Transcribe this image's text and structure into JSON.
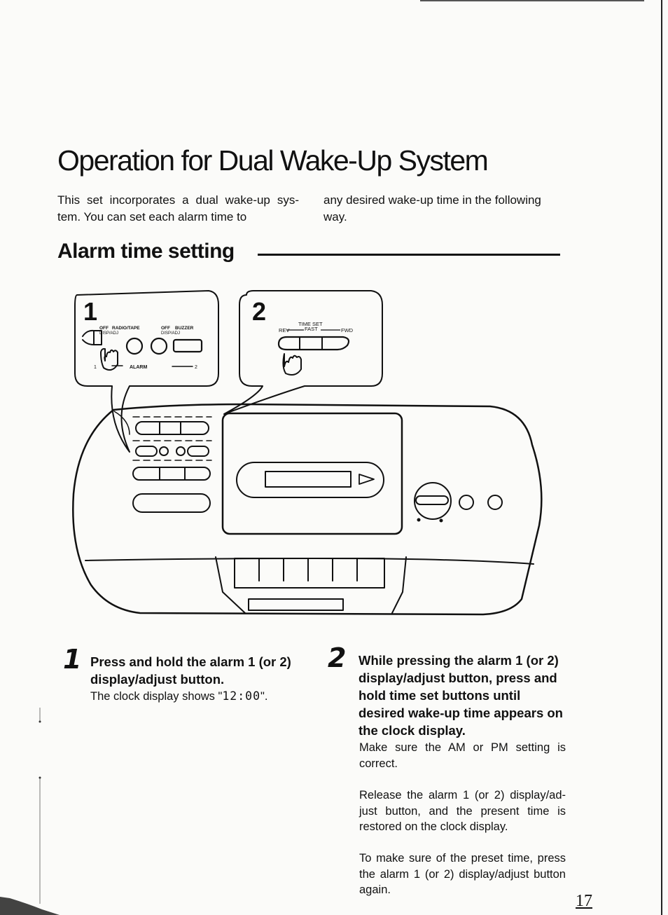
{
  "title": "Operation for Dual Wake-Up System",
  "intro": {
    "col1": "This set incorporates a dual wake-up sys-tem. You can set each alarm time to",
    "col2": "any desired wake-up time in the following way."
  },
  "section": {
    "heading": "Alarm time setting"
  },
  "figure": {
    "callout1": {
      "number": "1",
      "label_off_radio": "OFF",
      "label_radio_tape": "RADIO/TAPE",
      "label_off_buzzer": "OFF",
      "label_buzzer": "BUZZER",
      "label_disp_adj_1": "DISP/ADJ",
      "label_disp_adj_2": "DISP/ADJ",
      "label_1": "1",
      "label_alarm": "ALARM",
      "label_2": "2"
    },
    "callout2": {
      "number": "2",
      "label_time_set": "TIME SET",
      "label_rev": "REV",
      "label_fast": "FAST",
      "label_fwd": "FWD"
    }
  },
  "steps": [
    {
      "number": "1",
      "heading": "Press and hold the alarm 1 (or 2) display/adjust button.",
      "text_before": "The clock display shows \"",
      "display": "12:00",
      "text_after": "\"."
    },
    {
      "number": "2",
      "heading": "While pressing the alarm 1 (or 2) display/adjust button, press and hold time set buttons until desired wake-up time appears on the clock display.",
      "paragraphs": [
        "Make sure the AM or PM setting is correct.",
        "Release the alarm 1 (or 2) display/ad-just button, and the present time is restored on the clock display.",
        "To make sure of the preset time, press the alarm 1 (or 2) display/adjust button again."
      ]
    }
  ],
  "page_number": "17"
}
